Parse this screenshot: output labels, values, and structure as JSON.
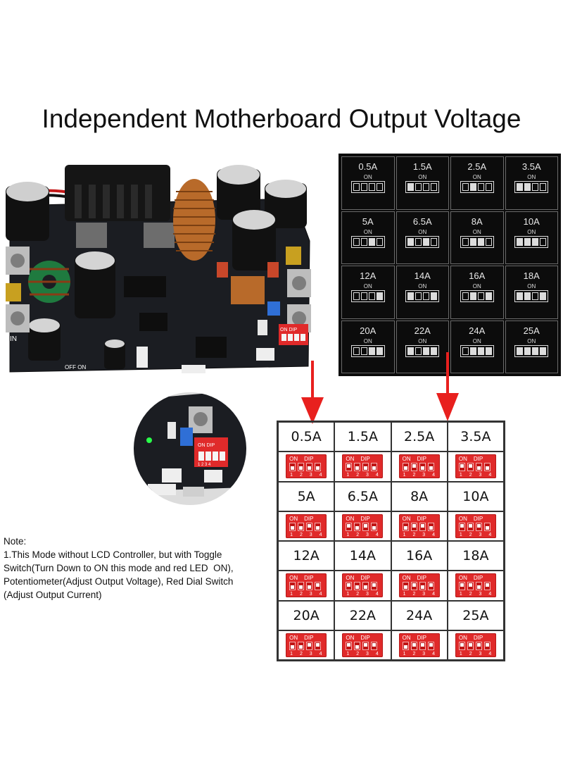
{
  "title": "Independent Motherboard Output Voltage",
  "board": {
    "labels": {
      "off_on": "OFF  ON",
      "in": "IN",
      "dip": "ON  DIP",
      "dip_nums": "1 2 3 4"
    }
  },
  "silk_table": {
    "on_label": "ON",
    "cells": [
      {
        "label": "0.5A",
        "switches": [
          0,
          0,
          0,
          0
        ]
      },
      {
        "label": "1.5A",
        "switches": [
          1,
          0,
          0,
          0
        ]
      },
      {
        "label": "2.5A",
        "switches": [
          0,
          1,
          0,
          0
        ]
      },
      {
        "label": "3.5A",
        "switches": [
          1,
          1,
          0,
          0
        ]
      },
      {
        "label": "5A",
        "switches": [
          0,
          0,
          1,
          0
        ]
      },
      {
        "label": "6.5A",
        "switches": [
          1,
          0,
          1,
          0
        ]
      },
      {
        "label": "8A",
        "switches": [
          0,
          1,
          1,
          0
        ]
      },
      {
        "label": "10A",
        "switches": [
          1,
          1,
          1,
          0
        ]
      },
      {
        "label": "12A",
        "switches": [
          0,
          0,
          0,
          1
        ]
      },
      {
        "label": "14A",
        "switches": [
          1,
          0,
          0,
          1
        ]
      },
      {
        "label": "16A",
        "switches": [
          0,
          1,
          0,
          1
        ]
      },
      {
        "label": "18A",
        "switches": [
          1,
          1,
          0,
          1
        ]
      },
      {
        "label": "20A",
        "switches": [
          0,
          0,
          1,
          1
        ]
      },
      {
        "label": "22A",
        "switches": [
          1,
          0,
          1,
          1
        ]
      },
      {
        "label": "24A",
        "switches": [
          0,
          1,
          1,
          1
        ]
      },
      {
        "label": "25A",
        "switches": [
          1,
          1,
          1,
          1
        ]
      }
    ]
  },
  "zoom": {
    "dip": "ON  DIP",
    "dip_nums": "1 2 3 4"
  },
  "red_table": {
    "dip_on": "ON",
    "dip_text": "DIP",
    "dip_nums": "1 2 3 4",
    "rows": [
      {
        "labels": [
          "0.5A",
          "1.5A",
          "2.5A",
          "3.5A"
        ],
        "switches": [
          [
            0,
            0,
            0,
            0
          ],
          [
            1,
            0,
            0,
            0
          ],
          [
            0,
            1,
            0,
            0
          ],
          [
            1,
            1,
            0,
            0
          ]
        ]
      },
      {
        "labels": [
          "5A",
          "6.5A",
          "8A",
          "10A"
        ],
        "switches": [
          [
            0,
            0,
            1,
            0
          ],
          [
            1,
            0,
            1,
            0
          ],
          [
            0,
            1,
            1,
            0
          ],
          [
            1,
            1,
            1,
            0
          ]
        ]
      },
      {
        "labels": [
          "12A",
          "14A",
          "16A",
          "18A"
        ],
        "switches": [
          [
            0,
            0,
            0,
            1
          ],
          [
            1,
            0,
            0,
            1
          ],
          [
            0,
            1,
            0,
            1
          ],
          [
            1,
            1,
            0,
            1
          ]
        ]
      },
      {
        "labels": [
          "20A",
          "22A",
          "24A",
          "25A"
        ],
        "switches": [
          [
            0,
            0,
            1,
            1
          ],
          [
            1,
            0,
            1,
            1
          ],
          [
            0,
            1,
            1,
            1
          ],
          [
            1,
            1,
            1,
            1
          ]
        ]
      }
    ]
  },
  "note": {
    "heading": "Note:",
    "lines": [
      "1.This Mode without LCD Controller, but with Toggle",
      "Switch(Turn Down to ON this mode and red LED  ON),",
      "Potentiometer(Adjust Output Voltage), Red Dial Switch",
      "(Adjust Output Current)"
    ]
  },
  "colors": {
    "arrow": "#e8201e",
    "dip_red": "#e02a2a",
    "pcb": "#1b1d22",
    "silk_bg": "#0c0c0c"
  }
}
